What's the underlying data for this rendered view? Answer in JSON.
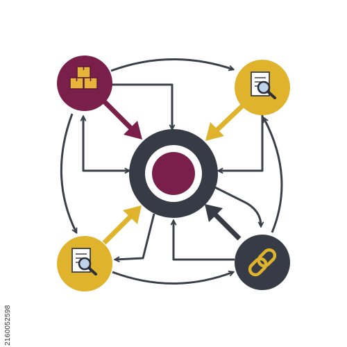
{
  "stock_id": "2160052598",
  "colors": {
    "arrow": "#3a3f48",
    "hub_ring": "#363b45",
    "hub_core": "#7a1f4a",
    "node_boxes": "#7a1f4a",
    "node_doc": "#e0b32c",
    "node_link": "#363b45",
    "box_fill": "#e6b53a",
    "arrow_boxes": "#7a1f4a",
    "arrow_doc": "#e0b32c",
    "arrow_link": "#363b45"
  },
  "nodes": [
    {
      "id": "boxes",
      "icon": "stacked-boxes-icon"
    },
    {
      "id": "doc-search-top",
      "icon": "document-search-icon"
    },
    {
      "id": "doc-search-bottom",
      "icon": "document-search-icon"
    },
    {
      "id": "chain-link",
      "icon": "chain-link-icon"
    }
  ]
}
